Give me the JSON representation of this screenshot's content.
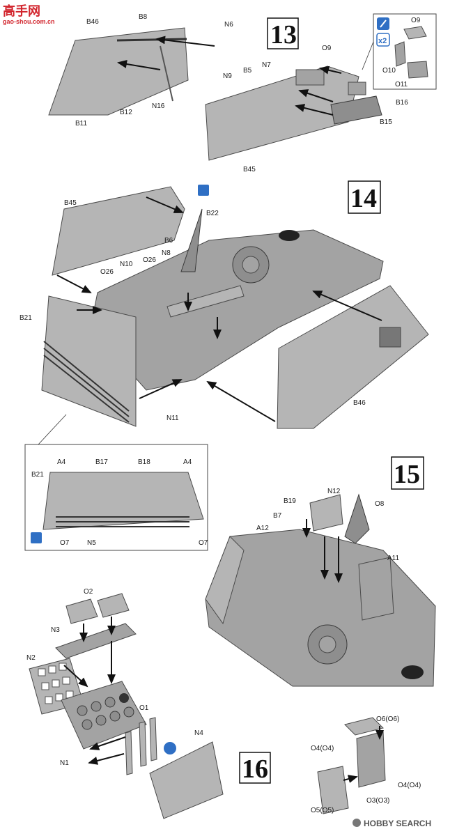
{
  "watermark": {
    "logo_text": "高手网",
    "site": "gao-shou.com.cn",
    "corner_brand": "HOBBY SEARCH"
  },
  "steps": {
    "s13": "13",
    "s14": "14",
    "s15": "15",
    "s16": "16"
  },
  "callouts": {
    "x2": "x2"
  },
  "labels": {
    "b46_top": "B46",
    "b8": "B8",
    "n6": "N6",
    "b11": "B11",
    "b12": "B12",
    "n16": "N16",
    "o9_a": "O9",
    "o9_b": "O9",
    "o10": "O10",
    "o11": "O11",
    "n9": "N9",
    "b5": "B5",
    "n7": "N7",
    "b16": "B16",
    "b15": "B15",
    "b45_13": "B45",
    "b45_14": "B45",
    "b22": "B22",
    "b6": "B6",
    "n8": "N8",
    "o26_a": "O26",
    "o26_b": "O26",
    "n10": "N10",
    "b21_14": "B21",
    "b46_14": "B46",
    "n11": "N11",
    "a4_l": "A4",
    "b17": "B17",
    "b18": "B18",
    "a4_r": "A4",
    "b21_inset": "B21",
    "o7_l": "O7",
    "n5": "N5",
    "o7_r": "O7",
    "n12": "N12",
    "b19": "B19",
    "o8": "O8",
    "b7": "B7",
    "a12": "A12",
    "a11": "A11",
    "o2": "O2",
    "n3": "N3",
    "n2": "N2",
    "o1": "O1",
    "n1": "N1",
    "n4": "N4",
    "o6": "O6(O6)",
    "o4_l": "O4(O4)",
    "o4_r": "O4(O4)",
    "o3": "O3(O3)",
    "o5": "O5(O5)"
  }
}
